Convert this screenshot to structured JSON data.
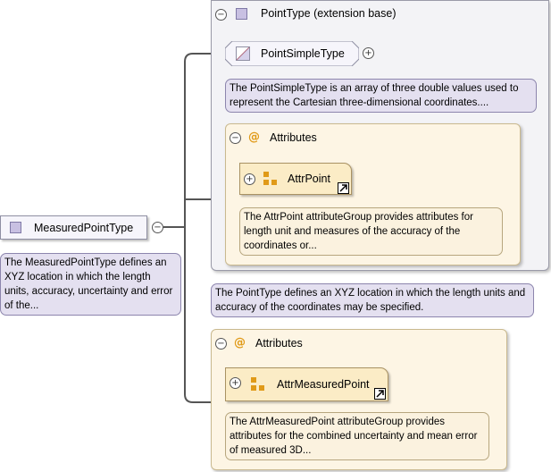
{
  "root": {
    "name": "MeasuredPointType",
    "note": "The MeasuredPointType defines an XYZ location in which the length units, accuracy, uncertainty and error of the..."
  },
  "extension": {
    "title": "PointType (extension base)",
    "note": "The PointType defines an XYZ location in which the length units and accuracy of the coordinates may be specified.",
    "simple_type": {
      "name": "PointSimpleType",
      "note": "The PointSimpleType is an array of three double values used to represent the Cartesian three-dimensional coordinates...."
    },
    "attributes": {
      "label": "Attributes",
      "group_name": "AttrPoint",
      "group_note": "The AttrPoint attributeGroup provides attributes for length unit and measures of the accuracy of the coordinates or..."
    }
  },
  "attributes": {
    "label": "Attributes",
    "group_name": "AttrMeasuredPoint",
    "group_note": "The AttrMeasuredPoint attributeGroup provides attributes for the combined uncertainty and mean error of measured 3D..."
  },
  "icons": {
    "collapse": "minus-circle-icon",
    "expand": "plus-circle-icon",
    "complex_type": "complex-type-icon",
    "simple_type": "simple-type-icon",
    "attribute": "attribute-at-icon",
    "attribute_group": "attribute-group-icon",
    "link": "link-arrow-icon"
  },
  "colors": {
    "type_fill": "#c8c0e2",
    "note_fill": "#e4e0f0",
    "attr_fill": "#fdf5e4",
    "group_fill": "#fbecc6",
    "attr_icon": "#e09a18",
    "connector": "#555555"
  }
}
